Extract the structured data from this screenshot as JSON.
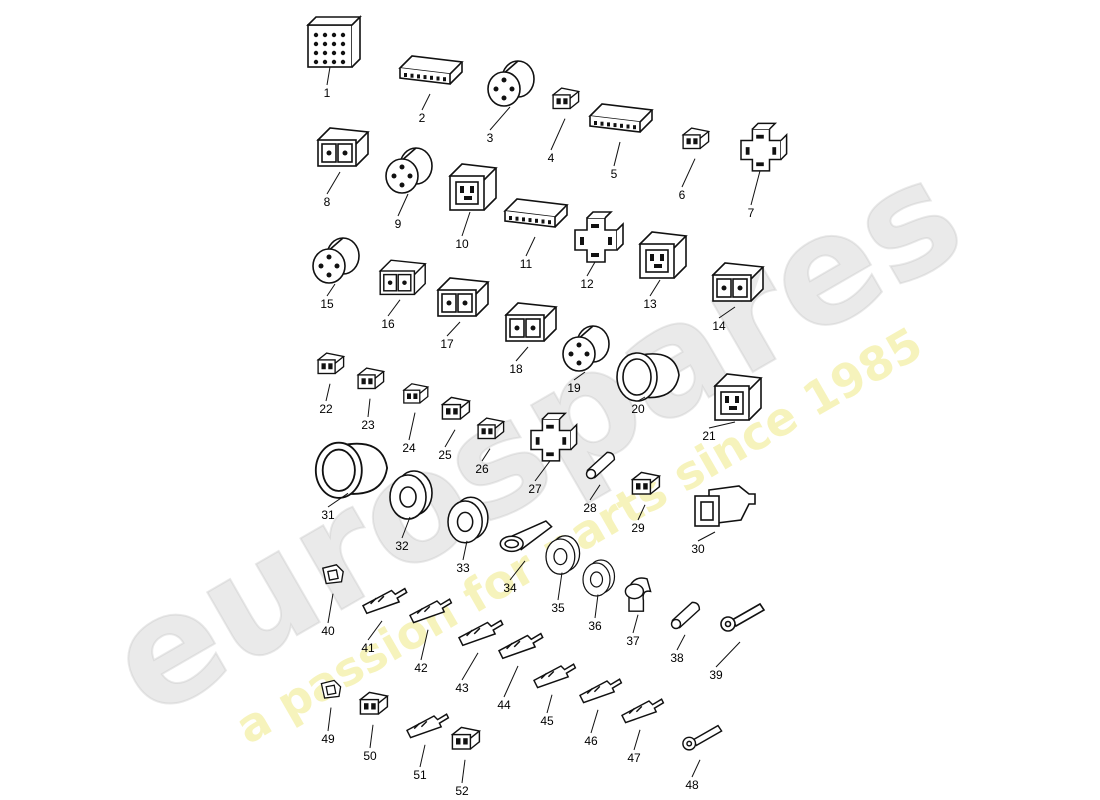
{
  "watermark": {
    "brand": "eurospares",
    "tagline": "a passion for parts since 1985",
    "brand_color": "#d9d9d9",
    "tagline_color": "#f3efa6"
  },
  "diagram": {
    "parts": [
      {
        "label": "1",
        "shape": "relay-box"
      },
      {
        "label": "2",
        "shape": "flat-strip"
      },
      {
        "label": "3",
        "shape": "round-plug"
      },
      {
        "label": "4",
        "shape": "small-box"
      },
      {
        "label": "5",
        "shape": "flat-strip"
      },
      {
        "label": "6",
        "shape": "small-box"
      },
      {
        "label": "7",
        "shape": "cross-block"
      },
      {
        "label": "8",
        "shape": "box-connector"
      },
      {
        "label": "9",
        "shape": "round-plug"
      },
      {
        "label": "10",
        "shape": "relay-socket"
      },
      {
        "label": "11",
        "shape": "flat-strip"
      },
      {
        "label": "12",
        "shape": "cross-block"
      },
      {
        "label": "13",
        "shape": "relay-socket"
      },
      {
        "label": "14",
        "shape": "box-connector"
      },
      {
        "label": "15",
        "shape": "round-plug"
      },
      {
        "label": "16",
        "shape": "box-connector"
      },
      {
        "label": "17",
        "shape": "box-connector"
      },
      {
        "label": "18",
        "shape": "box-connector"
      },
      {
        "label": "19",
        "shape": "round-plug"
      },
      {
        "label": "20",
        "shape": "oval-boot"
      },
      {
        "label": "21",
        "shape": "relay-socket"
      },
      {
        "label": "22",
        "shape": "small-box"
      },
      {
        "label": "23",
        "shape": "small-box"
      },
      {
        "label": "24",
        "shape": "small-box"
      },
      {
        "label": "25",
        "shape": "small-box"
      },
      {
        "label": "26",
        "shape": "small-box"
      },
      {
        "label": "27",
        "shape": "cross-block"
      },
      {
        "label": "28",
        "shape": "sleeve"
      },
      {
        "label": "29",
        "shape": "small-box"
      },
      {
        "label": "30",
        "shape": "rect-boot"
      },
      {
        "label": "31",
        "shape": "oval-boot"
      },
      {
        "label": "32",
        "shape": "grommet"
      },
      {
        "label": "33",
        "shape": "grommet"
      },
      {
        "label": "34",
        "shape": "funnel"
      },
      {
        "label": "35",
        "shape": "grommet"
      },
      {
        "label": "36",
        "shape": "grommet"
      },
      {
        "label": "37",
        "shape": "elbow"
      },
      {
        "label": "38",
        "shape": "sleeve"
      },
      {
        "label": "39",
        "shape": "ring-terminal"
      },
      {
        "label": "40",
        "shape": "clip"
      },
      {
        "label": "41",
        "shape": "terminal"
      },
      {
        "label": "42",
        "shape": "terminal"
      },
      {
        "label": "43",
        "shape": "terminal"
      },
      {
        "label": "44",
        "shape": "terminal"
      },
      {
        "label": "45",
        "shape": "terminal"
      },
      {
        "label": "46",
        "shape": "terminal"
      },
      {
        "label": "47",
        "shape": "terminal"
      },
      {
        "label": "48",
        "shape": "ring-terminal"
      },
      {
        "label": "49",
        "shape": "clip"
      },
      {
        "label": "50",
        "shape": "small-box"
      },
      {
        "label": "51",
        "shape": "terminal"
      },
      {
        "label": "52",
        "shape": "small-box"
      }
    ]
  }
}
